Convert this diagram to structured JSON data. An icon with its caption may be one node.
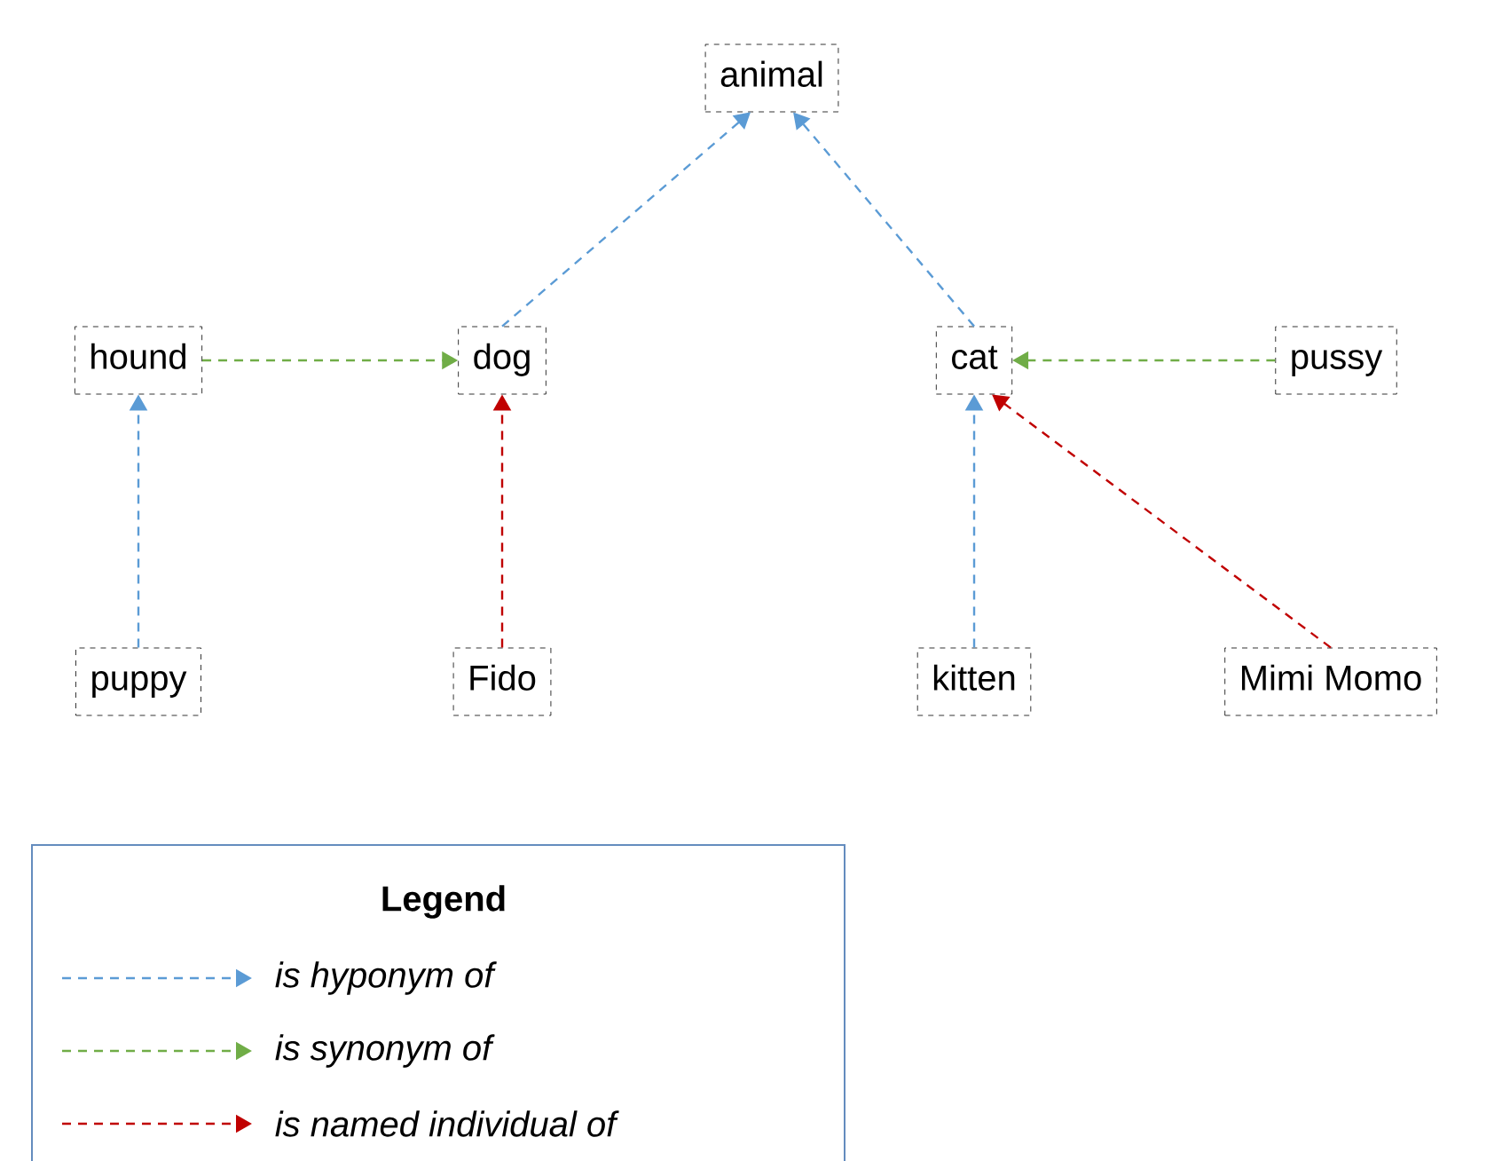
{
  "diagram": {
    "nodes": [
      {
        "text": [
          "animal"
        ]
      },
      {
        "text": [
          "hound"
        ]
      },
      {
        "text": [
          "dog"
        ]
      },
      {
        "text": [
          "cat"
        ]
      },
      {
        "text": [
          "pussy"
        ]
      },
      {
        "text": [
          "puppy"
        ]
      },
      {
        "text": [
          "Fido"
        ]
      },
      {
        "text": [
          "kitten"
        ]
      },
      {
        "text": [
          "Mimi Momo"
        ]
      }
    ],
    "edges": [
      {
        "from": 2,
        "to": 0,
        "arrow": "to",
        "style": "dashed",
        "color": "#5b9bd5"
      },
      {
        "from": 3,
        "to": 0,
        "arrow": "to",
        "style": "dashed",
        "color": "#5b9bd5"
      },
      {
        "from": 1,
        "to": 2,
        "arrow": "to",
        "style": "dashed",
        "color": "#70ad47"
      },
      {
        "from": 4,
        "to": 3,
        "arrow": "to",
        "style": "dashed",
        "color": "#70ad47"
      },
      {
        "from": 5,
        "to": 1,
        "arrow": "to",
        "style": "dashed",
        "color": "#5b9bd5"
      },
      {
        "from": 6,
        "to": 2,
        "arrow": "to",
        "style": "dashed",
        "color": "#c00000"
      },
      {
        "from": 7,
        "to": 3,
        "arrow": "to",
        "style": "dashed",
        "color": "#5b9bd5"
      },
      {
        "from": 8,
        "to": 3,
        "arrow": "to",
        "style": "dashed",
        "color": "#c00000"
      }
    ],
    "labels": [
      "Legend"
    ],
    "legend": [
      {
        "text": "is hyponym of",
        "color": "#5b9bd5"
      },
      {
        "text": "is synonym of",
        "color": "#70ad47"
      },
      {
        "text": "is named individual of",
        "color": "#c00000"
      }
    ]
  }
}
